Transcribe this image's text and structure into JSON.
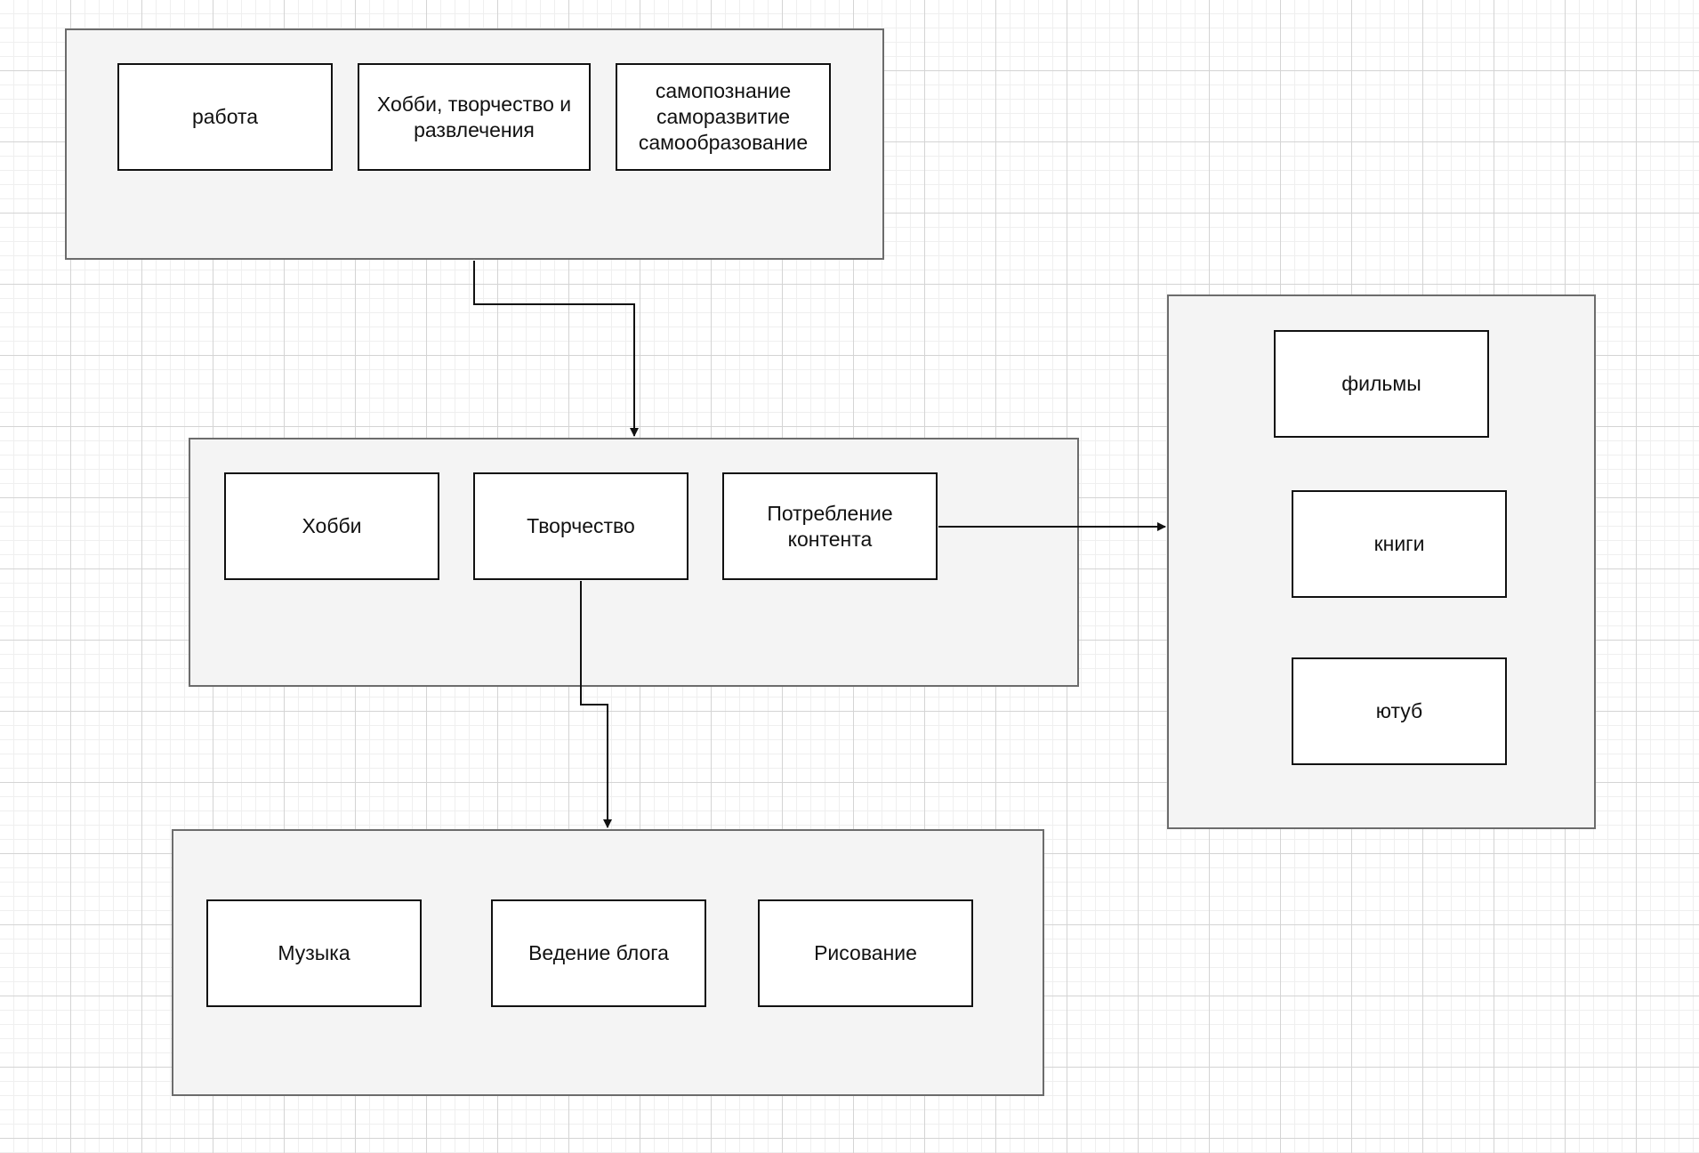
{
  "diagram": {
    "groups": [
      {
        "id": "g1",
        "name": "group-top"
      },
      {
        "id": "g2",
        "name": "group-middle"
      },
      {
        "id": "g3",
        "name": "group-bottom"
      },
      {
        "id": "g4",
        "name": "group-right"
      }
    ],
    "nodes": {
      "work": "работа",
      "hobby_creativity_fun": "Хобби, творчество и развлечения",
      "self": "самопознание\nсаморазвитие\nсамообразование",
      "hobby": "Хобби",
      "creativity": "Творчество",
      "content": "Потребление\nконтента",
      "films": "фильмы",
      "books": "книги",
      "youtube": "ютуб",
      "music": "Музыка",
      "blog": "Ведение блога",
      "drawing": "Рисование"
    },
    "edges": [
      {
        "from": "group-top",
        "to": "group-middle"
      },
      {
        "from": "creativity",
        "to": "group-bottom"
      },
      {
        "from": "content",
        "to": "group-right"
      }
    ],
    "colors": {
      "group_fill": "#f4f4f4",
      "group_border": "#6c6c6c",
      "node_fill": "#ffffff",
      "node_border": "#111111",
      "edge": "#111111"
    }
  }
}
